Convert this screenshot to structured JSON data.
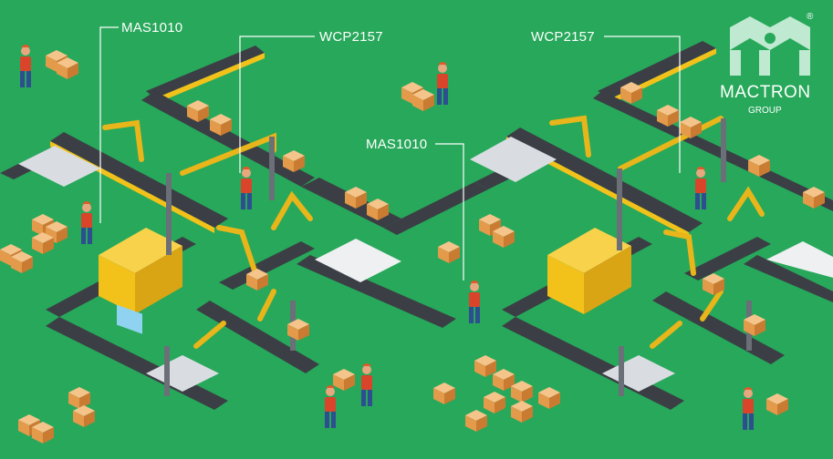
{
  "callouts": [
    {
      "id": "mas1010-left",
      "label": "MAS1010"
    },
    {
      "id": "wcp2157-left",
      "label": "WCP2157"
    },
    {
      "id": "mas1010-center",
      "label": "MAS1010"
    },
    {
      "id": "wcp2157-right",
      "label": "WCP2157"
    }
  ],
  "brand": {
    "name": "MACTRON",
    "subtitle": "GROUP",
    "registered_mark": "®"
  },
  "colors": {
    "background": "#27a85a",
    "conveyor_belt": "#3b3f45",
    "machine_yellow": "#f2c21b",
    "robot_arm": "#e8b51a",
    "box": "#e9a95a",
    "worker_shirt": "#d9442a",
    "worker_pants": "#2d4f8f",
    "logo_mark": "#bfe9d0"
  }
}
